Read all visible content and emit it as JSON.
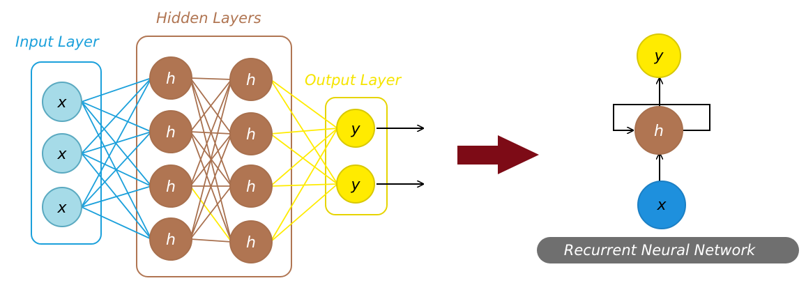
{
  "labels": {
    "input_layer": "Input Layer",
    "hidden_layers": "Hidden Layers",
    "output_layer": "Output Layer",
    "rnn_caption": "Recurrent Neural Network"
  },
  "nodes": {
    "input": "x",
    "hidden": "h",
    "output": "y"
  },
  "colors": {
    "input_fill": "#a6dbe8",
    "input_stroke": "#1ba0db",
    "hidden_fill": "#b07552",
    "hidden_stroke": "#a8704e",
    "output_fill": "#ffeb00",
    "output_stroke": "#e6d400",
    "rnn_input_fill": "#1e90dd",
    "arrow_fill": "#7d0b16",
    "caption_bg": "#6f6f6f",
    "caption_text": "#ffffff",
    "label_input": "#1ba0db",
    "label_hidden": "#b07552",
    "label_output": "#f5e400"
  }
}
